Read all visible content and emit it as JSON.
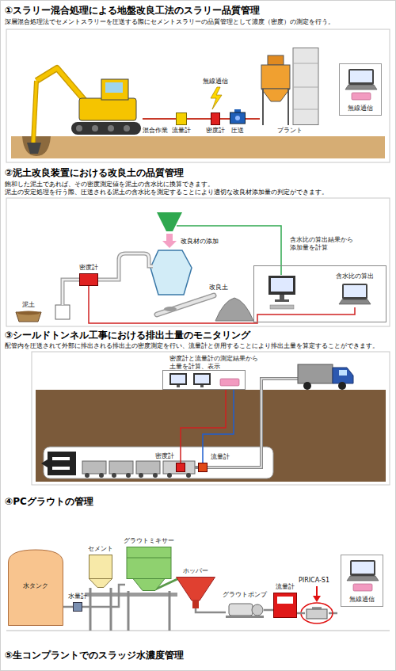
{
  "diagram": {
    "nodes": [
      {
        "text": [
          "混合作業"
        ]
      },
      {
        "text": [
          "流量計"
        ]
      },
      {
        "text": [
          "密度計"
        ]
      },
      {
        "text": [
          "圧送"
        ]
      },
      {
        "text": [
          "プラント"
        ]
      },
      {
        "text": [
          "無線通信"
        ]
      },
      {
        "text": [
          "泥土"
        ]
      },
      {
        "text": [
          "密度計"
        ]
      },
      {
        "text": [
          "改良土"
        ]
      },
      {
        "text": [
          "含水比の算出結果から 添加量を計算"
        ]
      },
      {
        "text": [
          "含水比の算出"
        ],
        "in": 9
      },
      {
        "text": [
          "密度計と流量計の測定結果から 土量を計算、表示"
        ]
      },
      {
        "text": [
          "密度計"
        ]
      },
      {
        "text": [
          "流量計"
        ]
      },
      {
        "text": [
          "水タンク"
        ]
      },
      {
        "text": [
          "水量計"
        ]
      },
      {
        "text": [
          "セメント"
        ]
      },
      {
        "text": [
          "グラウトミキサー"
        ]
      },
      {
        "text": [
          "ホッパー"
        ]
      },
      {
        "text": [
          "グラウトポンプ"
        ]
      },
      {
        "text": [
          "流量計"
        ]
      },
      {
        "text": [
          "PIRICA-S1"
        ]
      },
      {
        "text": [
          "無線通信"
        ]
      }
    ],
    "edges": [
      {
        "from": 0,
        "to": 1,
        "arrow": "none"
      },
      {
        "from": 1,
        "to": 2,
        "arrow": "none"
      },
      {
        "from": 2,
        "to": 3,
        "arrow": "none"
      },
      {
        "from": 3,
        "to": 4,
        "arrow": "none"
      },
      {
        "from": 7,
        "to": 10,
        "arrow": "none"
      },
      {
        "from": 12,
        "to": 11,
        "arrow": "none"
      },
      {
        "from": 13,
        "to": 11,
        "arrow": "none"
      },
      {
        "from": 14,
        "to": 15,
        "arrow": "none"
      },
      {
        "from": 15,
        "to": 17,
        "arrow": "none"
      },
      {
        "from": 18,
        "to": 19,
        "arrow": "none"
      },
      {
        "from": 19,
        "to": 20,
        "arrow": "none"
      },
      {
        "from": 20,
        "to": 21,
        "arrow": "none"
      }
    ],
    "labels": [
      "①スラリー混合処理による地盤改良工法のスラリー品質管理",
      "深層混合処理法でセメントスラリーを圧送する際にセメントスラリーの品質管理として濃度（密度）の測定を行う。",
      "無線通信",
      "②泥土改良装置における改良土の品質管理",
      "飽和した泥土であれば、その密度測定値を泥土の含水比に換算できます。",
      "泥土の安定処理を行う際、圧送される泥土の含水比を測定することにより適切な改良材添加量の判定ができます。",
      "改良材の添加",
      "③シールドトンネル工事における排出土量のモニタリング",
      "配管内を圧送されて外部に排出される排出土の密度測定を行い、流量計と併用することにより排出土量を算定することができます。",
      "④PCグラウトの管理",
      "⑤生コンプラントでのスラッジ水濃度管理"
    ]
  }
}
